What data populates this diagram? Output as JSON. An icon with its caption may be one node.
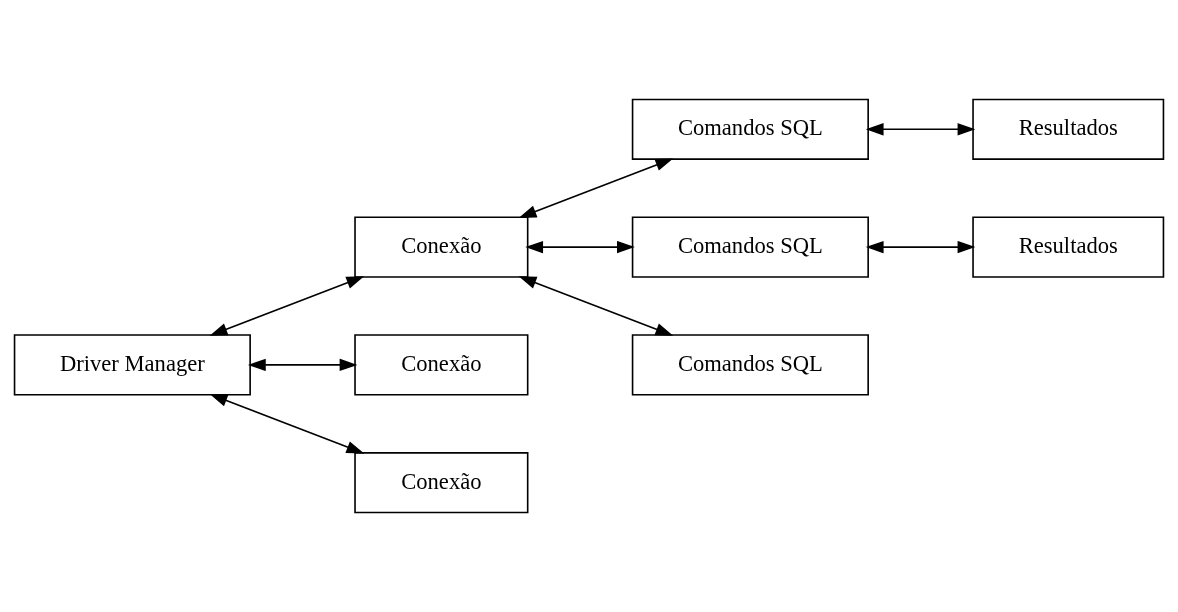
{
  "diagram": {
    "nodes": [
      {
        "text": [
          "Driver Manager"
        ]
      },
      {
        "text": [
          "Conexão"
        ]
      },
      {
        "text": [
          "Conexão"
        ]
      },
      {
        "text": [
          "Conexão"
        ]
      },
      {
        "text": [
          "Comandos SQL"
        ]
      },
      {
        "text": [
          "Resultados"
        ]
      },
      {
        "text": [
          "Comandos SQL"
        ]
      },
      {
        "text": [
          "Resultados"
        ]
      },
      {
        "text": [
          "Comandos SQL"
        ]
      }
    ],
    "edges": [
      {
        "from": 0,
        "to": 1,
        "arrow": "both"
      },
      {
        "from": 0,
        "to": 2,
        "arrow": "both"
      },
      {
        "from": 0,
        "to": 3,
        "arrow": "both"
      },
      {
        "from": 1,
        "to": 4,
        "arrow": "both"
      },
      {
        "from": 1,
        "to": 6,
        "arrow": "both"
      },
      {
        "from": 1,
        "to": 8,
        "arrow": "both"
      },
      {
        "from": 4,
        "to": 5,
        "arrow": "both"
      },
      {
        "from": 6,
        "to": 7,
        "arrow": "both"
      }
    ]
  }
}
